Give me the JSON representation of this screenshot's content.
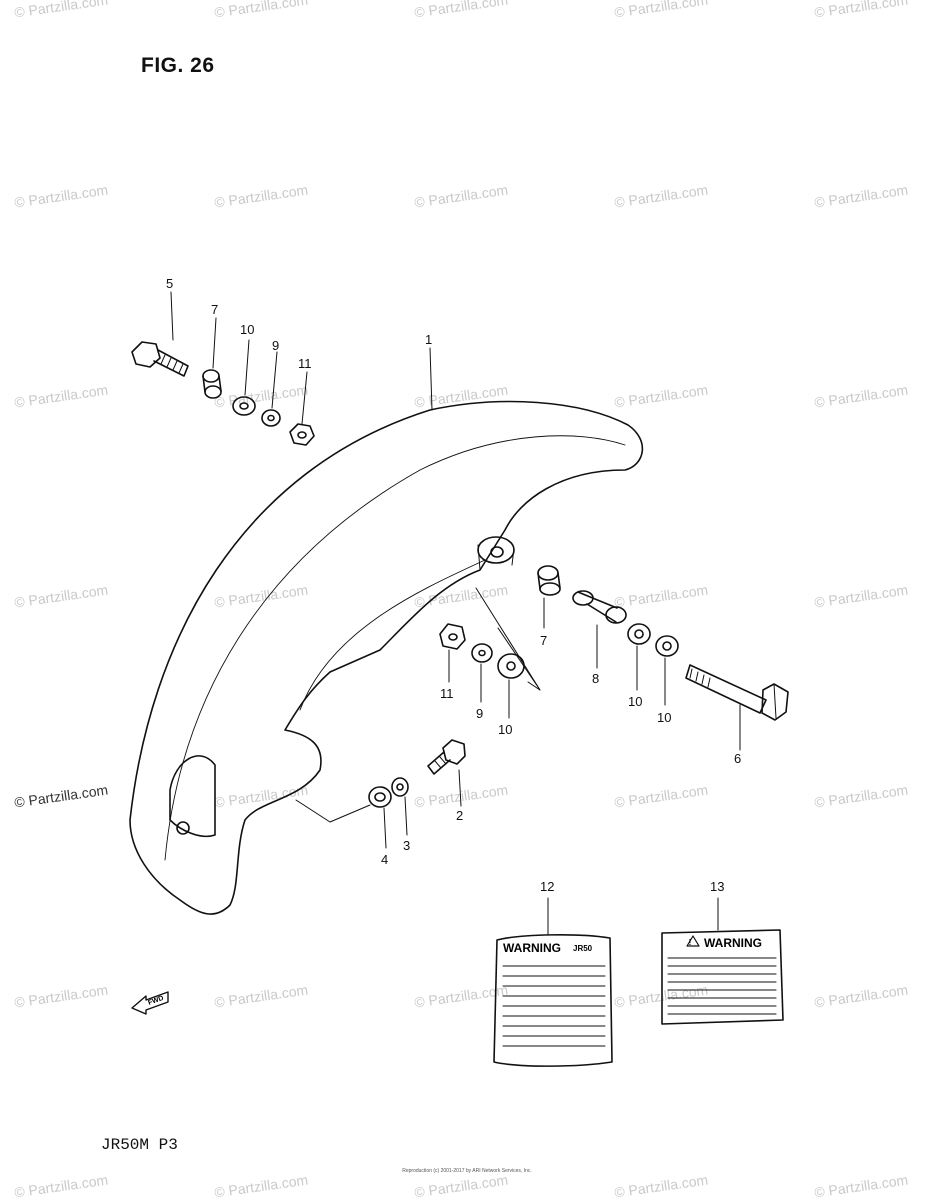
{
  "figure_title": "FIG. 26",
  "model_code": "JR50M P3",
  "footer_text": "Reproduction (c) 2001-2017 by ARI Network Services, Inc.",
  "watermark_text": "© Partzilla.com",
  "warning_label_12": {
    "heading": "WARNING",
    "model": "JR50"
  },
  "warning_label_13": {
    "heading": "WARNING"
  },
  "callouts": {
    "c1": "1",
    "c2": "2",
    "c3": "3",
    "c4": "4",
    "c5": "5",
    "c6": "6",
    "c7a": "7",
    "c7b": "7",
    "c8": "8",
    "c9a": "9",
    "c9b": "9",
    "c10a": "10",
    "c10b": "10",
    "c10c": "10",
    "c10d": "10",
    "c11a": "11",
    "c11b": "11",
    "c12": "12",
    "c13": "13"
  },
  "direction_marker": "FWD"
}
